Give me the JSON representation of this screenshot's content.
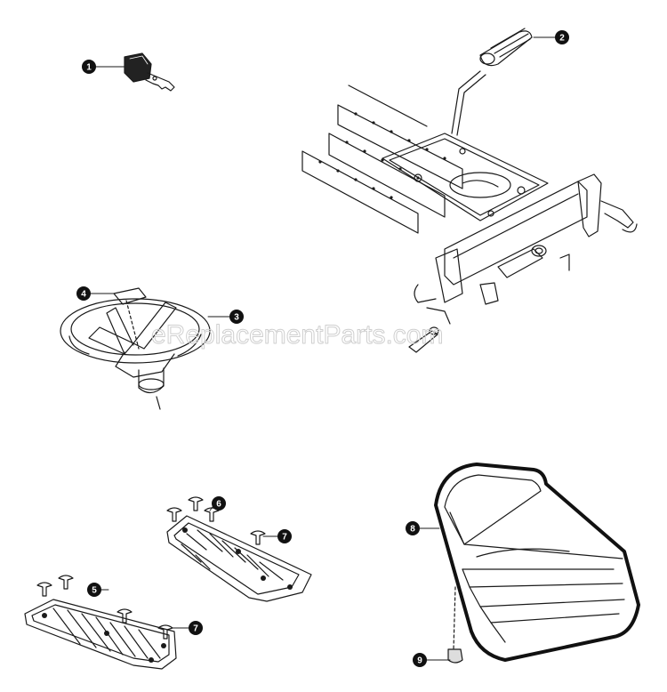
{
  "watermark": "eReplacementParts.com",
  "callouts": {
    "c1": "1",
    "c2": "2",
    "c3": "3",
    "c4": "4",
    "c5": "5",
    "c6": "6",
    "c7a": "7",
    "c7b": "7",
    "c8": "8",
    "c9": "9"
  },
  "parts": [
    {
      "ref": "1",
      "icon": "ignition-key-icon"
    },
    {
      "ref": "2",
      "icon": "steering-shaft-frame-icon"
    },
    {
      "ref": "3",
      "icon": "steering-wheel-icon"
    },
    {
      "ref": "4",
      "icon": "steering-wheel-cap-icon"
    },
    {
      "ref": "5",
      "icon": "left-footrest-icon"
    },
    {
      "ref": "6",
      "icon": "right-footrest-icon"
    },
    {
      "ref": "7",
      "icon": "push-rivet-icon"
    },
    {
      "ref": "8",
      "icon": "seat-icon"
    },
    {
      "ref": "9",
      "icon": "seat-knob-icon"
    }
  ],
  "colors": {
    "line": "#1a1a1a",
    "callout_fill": "#111111",
    "watermark": "#cfcfcf"
  }
}
